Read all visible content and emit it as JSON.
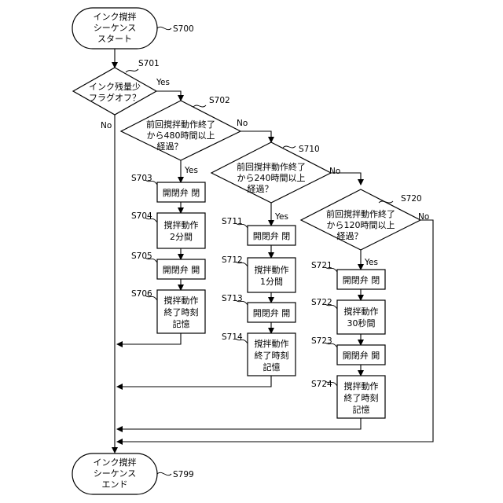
{
  "start": {
    "lines": [
      "インク撹拌",
      "シーケンス",
      "スタート"
    ],
    "step": "S700"
  },
  "end": {
    "lines": [
      "インク撹拌",
      "シーケンス",
      "エンド"
    ],
    "step": "S799"
  },
  "decisions": {
    "d701": {
      "step": "S701",
      "lines": [
        "インク残量少",
        "フラグオフ？"
      ],
      "yes": "Yes",
      "no": "No"
    },
    "d702": {
      "step": "S702",
      "lines": [
        "前回撹拌動作終了",
        "から480時間以上",
        "経過？"
      ],
      "yes": "Yes",
      "no": "No"
    },
    "d710": {
      "step": "S710",
      "lines": [
        "前回撹拌動作終了",
        "から240時間以上",
        "経過？"
      ],
      "yes": "Yes",
      "no": "No"
    },
    "d720": {
      "step": "S720",
      "lines": [
        "前回撹拌動作終了",
        "から120時間以上",
        "経過？"
      ],
      "yes": "Yes",
      "no": "No"
    }
  },
  "processes": {
    "p703": {
      "step": "S703",
      "lines": [
        "開閉弁 閉"
      ]
    },
    "p704": {
      "step": "S704",
      "lines": [
        "撹拌動作",
        "2分間"
      ]
    },
    "p705": {
      "step": "S705",
      "lines": [
        "開閉弁 開"
      ]
    },
    "p706": {
      "step": "S706",
      "lines": [
        "撹拌動作",
        "終了時刻",
        "記憶"
      ]
    },
    "p711": {
      "step": "S711",
      "lines": [
        "開閉弁 閉"
      ]
    },
    "p712": {
      "step": "S712",
      "lines": [
        "撹拌動作",
        "1分間"
      ]
    },
    "p713": {
      "step": "S713",
      "lines": [
        "開閉弁 開"
      ]
    },
    "p714": {
      "step": "S714",
      "lines": [
        "撹拌動作",
        "終了時刻",
        "記憶"
      ]
    },
    "p721": {
      "step": "S721",
      "lines": [
        "開閉弁 閉"
      ]
    },
    "p722": {
      "step": "S722",
      "lines": [
        "撹拌動作",
        "30秒間"
      ]
    },
    "p723": {
      "step": "S723",
      "lines": [
        "開閉弁 開"
      ]
    },
    "p724": {
      "step": "S724",
      "lines": [
        "撹拌動作",
        "終了時刻",
        "記憶"
      ]
    }
  }
}
